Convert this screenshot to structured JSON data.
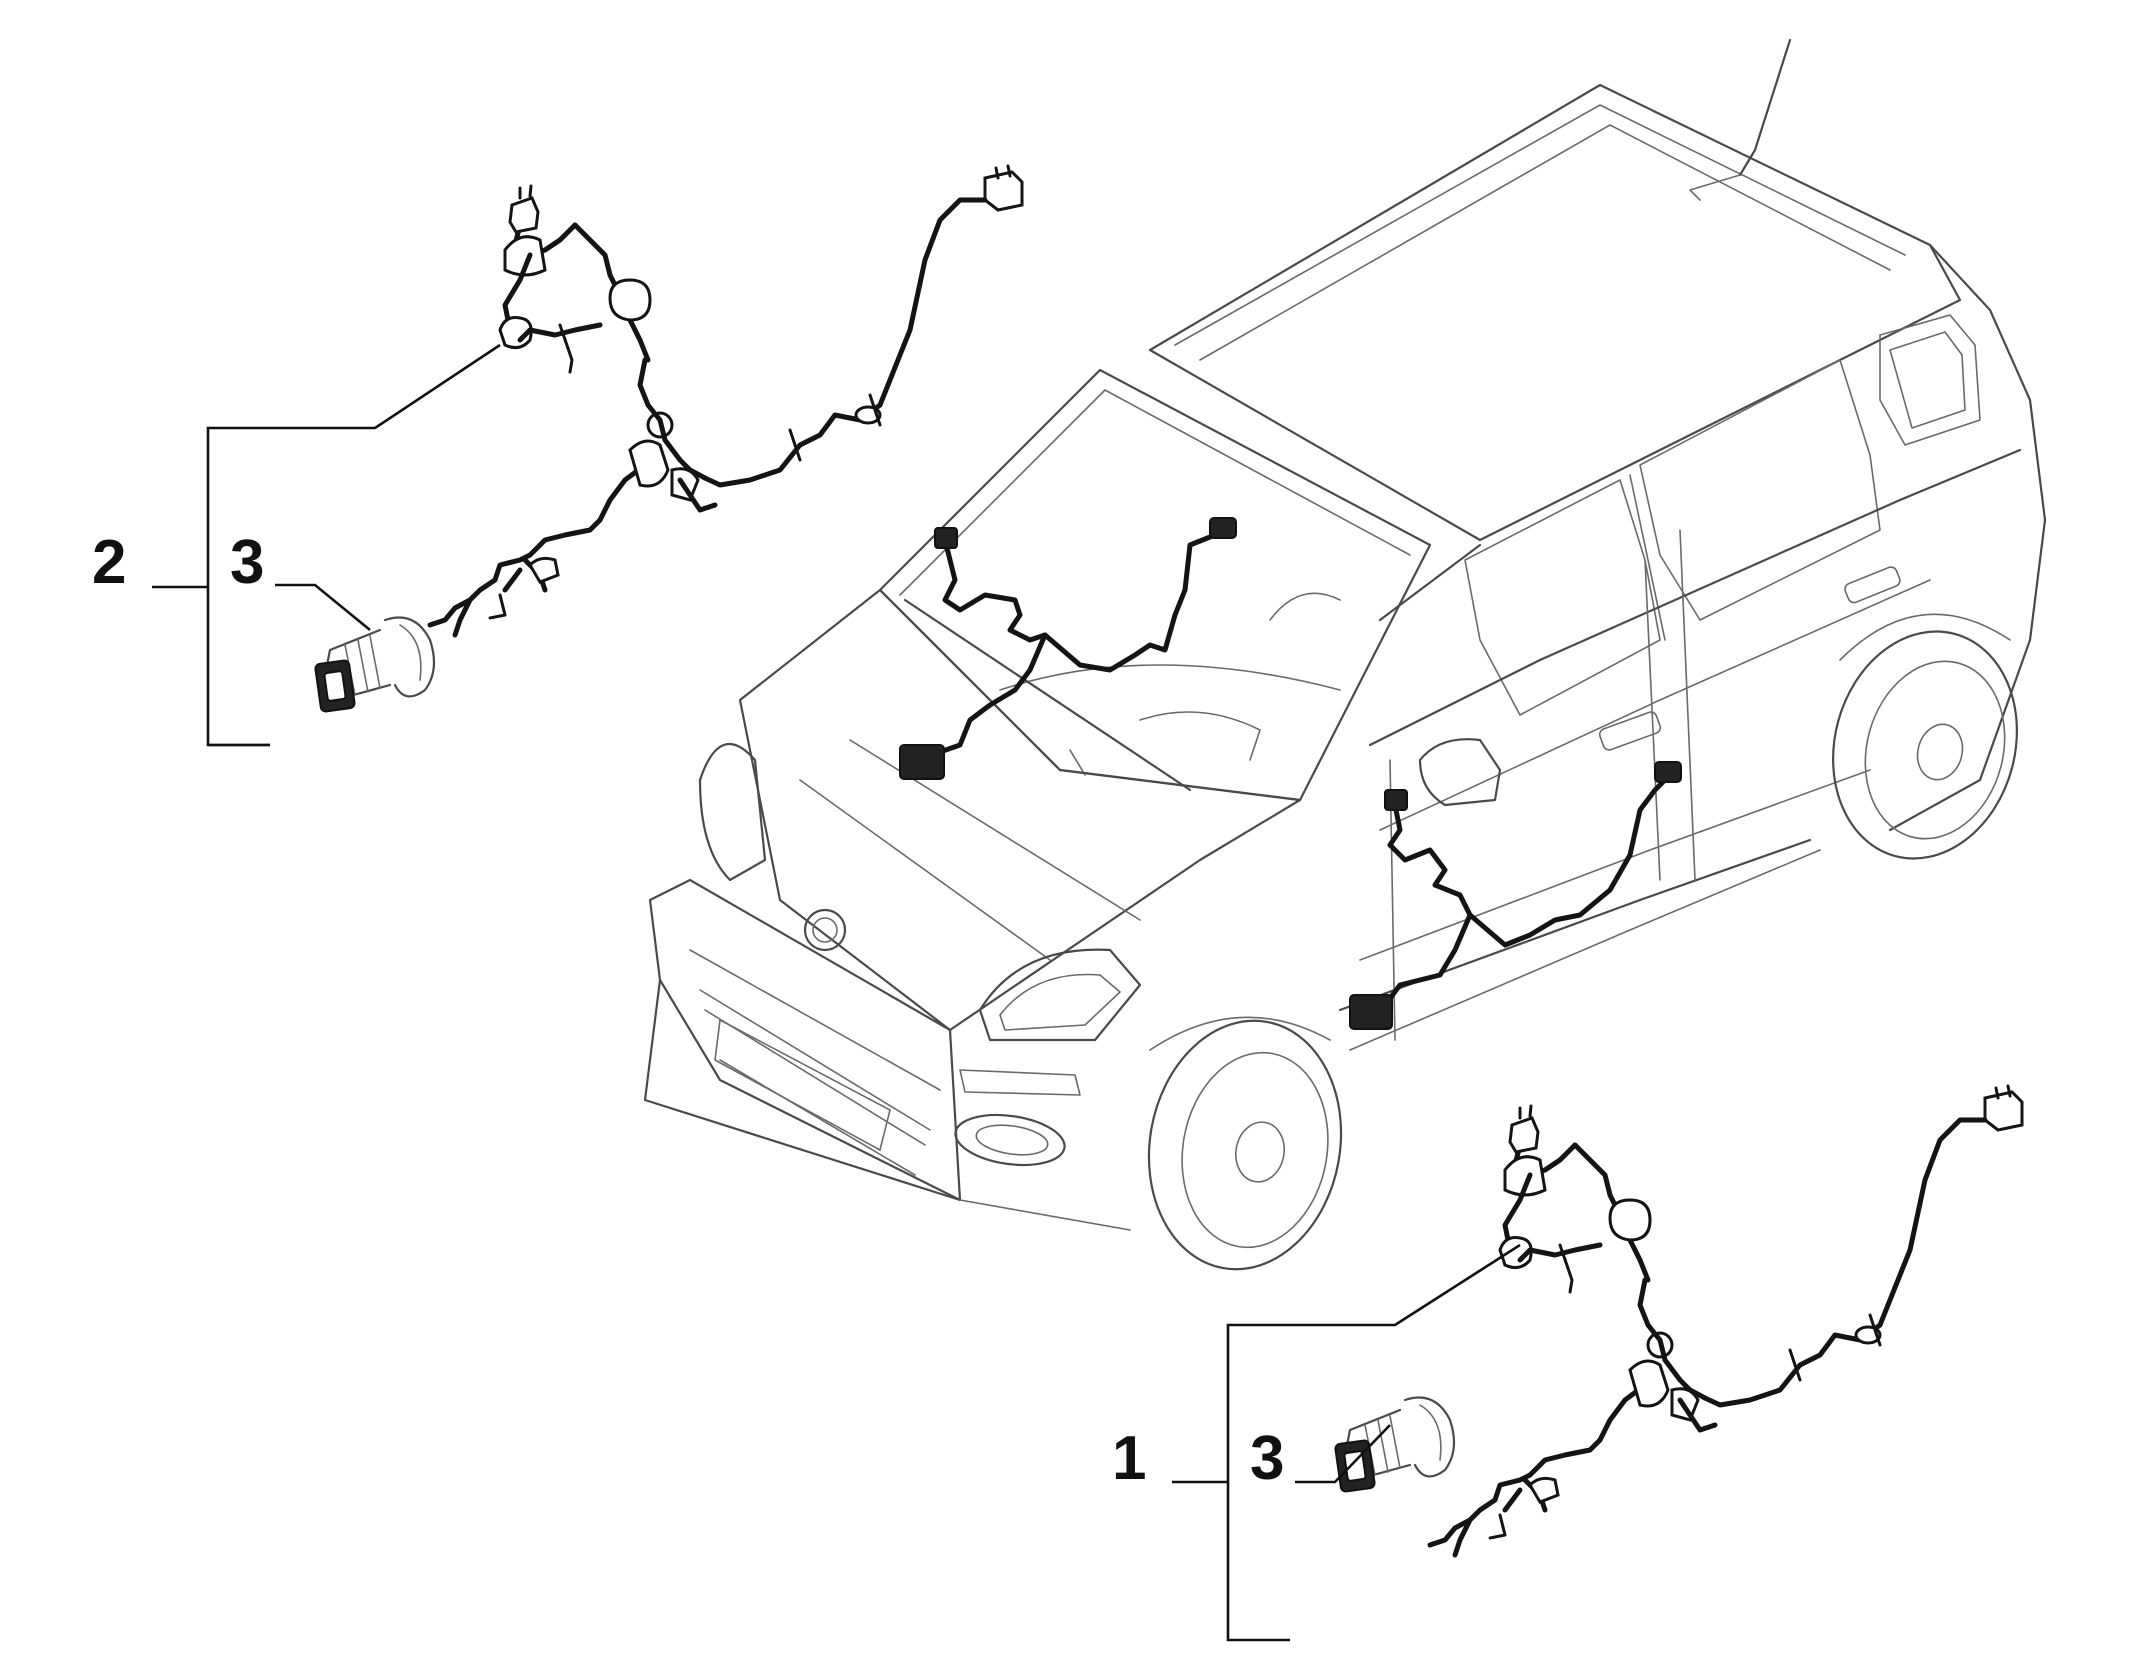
{
  "callouts": {
    "label_1": "1",
    "label_2": "2",
    "label_3_upper": "3",
    "label_3_lower": "3"
  },
  "colors": {
    "line": "#6a6a6a",
    "wire": "#141414",
    "text": "#111111",
    "background": "#ffffff"
  }
}
